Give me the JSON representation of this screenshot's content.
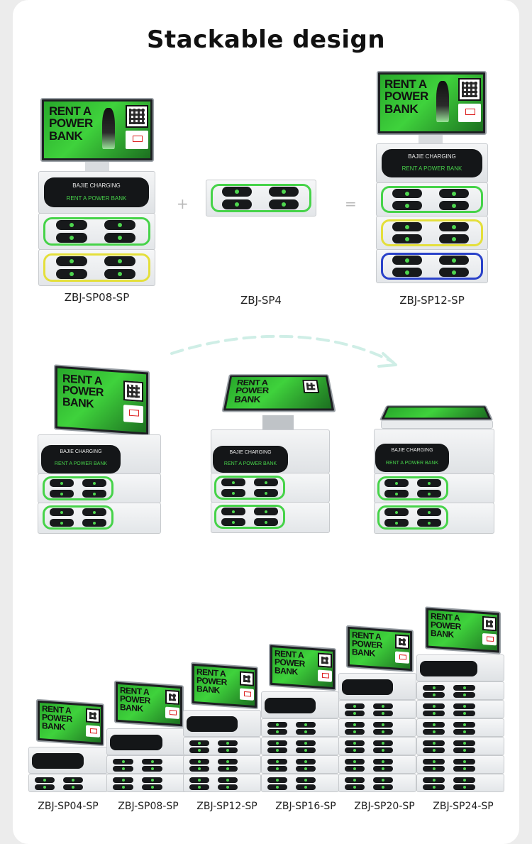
{
  "title": "Stackable design",
  "operators": {
    "plus": "+",
    "equals": "="
  },
  "row1": {
    "left_label": "ZBJ-SP08-SP",
    "middle_label": "ZBJ-SP4",
    "right_label": "ZBJ-SP12-SP"
  },
  "screen": {
    "headline_1": "RENT A",
    "headline_2": "POWER",
    "headline_3": "BANK"
  },
  "header_panel": {
    "brand": "BAJIE CHARGING",
    "tagline": "RENT A POWER BANK"
  },
  "bottom_labels": [
    "ZBJ-SP04-SP",
    "ZBJ-SP08-SP",
    "ZBJ-SP12-SP",
    "ZBJ-SP16-SP",
    "ZBJ-SP20-SP",
    "ZBJ-SP24-SP"
  ],
  "colors": {
    "accent_green": "#46d349",
    "accent_yellow": "#e4df3b",
    "accent_blue": "#2941c9",
    "title_text": "#111111"
  }
}
